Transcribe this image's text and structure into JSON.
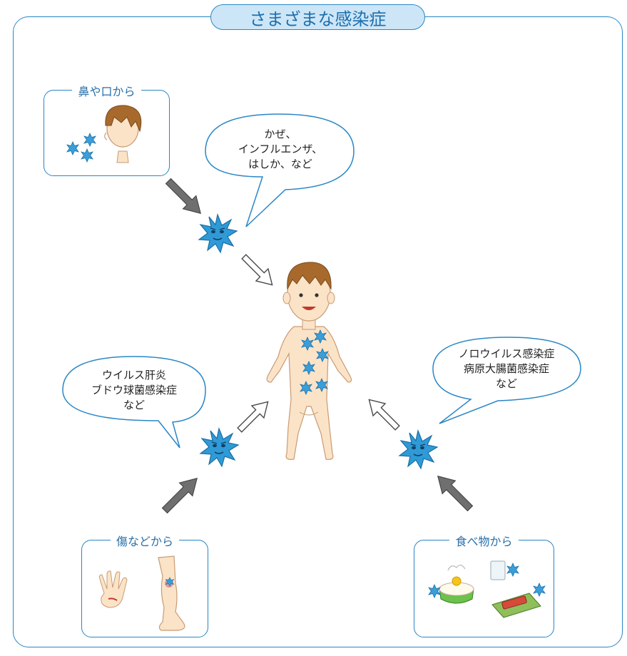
{
  "title": "さまざまな感染症",
  "sources": {
    "nose_mouth": {
      "label": "鼻や口から"
    },
    "wounds": {
      "label": "傷などから"
    },
    "food": {
      "label": "食べ物から"
    }
  },
  "diseases": {
    "airborne": [
      "かぜ、",
      "インフルエンザ、",
      "はしか、など"
    ],
    "wound": [
      "ウイルス肝炎",
      "ブドウ球菌感染症",
      "など"
    ],
    "food": [
      "ノロウイルス感染症",
      "病原大腸菌感染症",
      "など"
    ]
  },
  "colors": {
    "accent": "#2a86c6",
    "title_fill": "#cde6f7",
    "germ": "#2f9ad6",
    "arrow_dark": "#6f6f6f",
    "skin": "#fbe3c8",
    "hair": "#a86a2c"
  }
}
